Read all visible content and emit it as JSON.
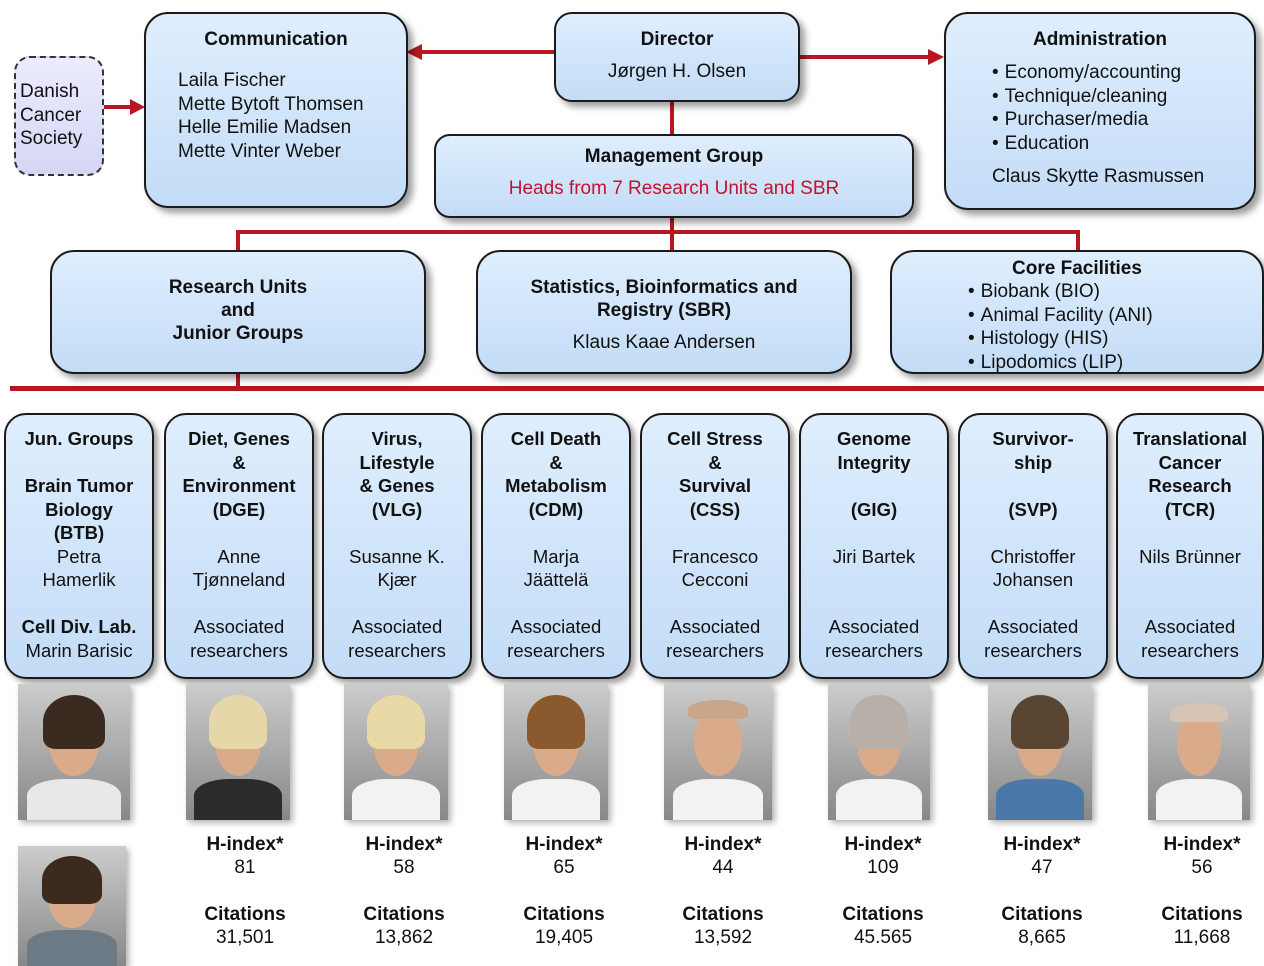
{
  "communication": {
    "title": "Communication",
    "members": [
      "Laila Fischer",
      "Mette Bytoft Thomsen",
      "Helle Emilie Madsen",
      "Mette Vinter Weber"
    ]
  },
  "danish": {
    "lines": [
      "Danish",
      "Cancer",
      "Society"
    ]
  },
  "director": {
    "title": "Director",
    "name": "Jørgen H. Olsen"
  },
  "admin": {
    "title": "Administration",
    "items": [
      "Economy/accounting",
      "Technique/cleaning",
      "Purchaser/media",
      "Education"
    ],
    "person": "Claus Skytte Rasmussen"
  },
  "management": {
    "title": "Management Group",
    "subtitle": "Heads from 7 Research Units and SBR"
  },
  "research_units": {
    "lines": [
      "Research Units",
      "and",
      "Junior Groups"
    ]
  },
  "sbr": {
    "lines": [
      "Statistics, Bioinformatics and",
      "Registry (SBR)"
    ],
    "person": "Klaus Kaae Andersen"
  },
  "core": {
    "title": "Core Facilities",
    "items": [
      "Biobank (BIO)",
      "Animal Facility (ANI)",
      "Histology (HIS)",
      "Lipodomics (LIP)"
    ]
  },
  "units": [
    {
      "lines": [
        {
          "t": "Jun. Groups",
          "b": true
        },
        {
          "t": "",
          "b": false
        },
        {
          "t": "Brain Tumor",
          "b": true
        },
        {
          "t": "Biology",
          "b": true
        },
        {
          "t": "(BTB)",
          "b": true
        },
        {
          "t": "Petra",
          "b": false
        },
        {
          "t": "Hamerlik",
          "b": false
        },
        {
          "t": "",
          "b": false
        },
        {
          "t": "Cell Div. Lab.",
          "b": true
        },
        {
          "t": "Marin Barisic",
          "b": false
        }
      ]
    },
    {
      "lines": [
        {
          "t": "Diet, Genes",
          "b": true
        },
        {
          "t": "&",
          "b": true
        },
        {
          "t": "Environment",
          "b": true
        },
        {
          "t": "(DGE)",
          "b": true
        },
        {
          "t": "",
          "b": false
        },
        {
          "t": "Anne",
          "b": false
        },
        {
          "t": "Tjønneland",
          "b": false
        },
        {
          "t": "",
          "b": false
        },
        {
          "t": "Associated",
          "b": false
        },
        {
          "t": "researchers",
          "b": false
        }
      ],
      "h": "81",
      "c": "31,501"
    },
    {
      "lines": [
        {
          "t": "Virus,",
          "b": true
        },
        {
          "t": "Lifestyle",
          "b": true
        },
        {
          "t": "& Genes",
          "b": true
        },
        {
          "t": "(VLG)",
          "b": true
        },
        {
          "t": "",
          "b": false
        },
        {
          "t": "Susanne K.",
          "b": false
        },
        {
          "t": "Kjær",
          "b": false
        },
        {
          "t": "",
          "b": false
        },
        {
          "t": "Associated",
          "b": false
        },
        {
          "t": "researchers",
          "b": false
        }
      ],
      "h": "58",
      "c": "13,862"
    },
    {
      "lines": [
        {
          "t": "Cell Death",
          "b": true
        },
        {
          "t": "&",
          "b": true
        },
        {
          "t": "Metabolism",
          "b": true
        },
        {
          "t": "(CDM)",
          "b": true
        },
        {
          "t": "",
          "b": false
        },
        {
          "t": "Marja",
          "b": false
        },
        {
          "t": "Jäättelä",
          "b": false
        },
        {
          "t": "",
          "b": false
        },
        {
          "t": "Associated",
          "b": false
        },
        {
          "t": "researchers",
          "b": false
        }
      ],
      "h": "65",
      "c": "19,405"
    },
    {
      "lines": [
        {
          "t": "Cell Stress",
          "b": true
        },
        {
          "t": "&",
          "b": true
        },
        {
          "t": "Survival",
          "b": true
        },
        {
          "t": "(CSS)",
          "b": true
        },
        {
          "t": "",
          "b": false
        },
        {
          "t": "Francesco",
          "b": false
        },
        {
          "t": "Cecconi",
          "b": false
        },
        {
          "t": "",
          "b": false
        },
        {
          "t": "Associated",
          "b": false
        },
        {
          "t": "researchers",
          "b": false
        }
      ],
      "h": "44",
      "c": "13,592"
    },
    {
      "lines": [
        {
          "t": "Genome",
          "b": true
        },
        {
          "t": "Integrity",
          "b": true
        },
        {
          "t": "",
          "b": false
        },
        {
          "t": "(GIG)",
          "b": true
        },
        {
          "t": "",
          "b": false
        },
        {
          "t": "Jiri Bartek",
          "b": false
        },
        {
          "t": "",
          "b": false
        },
        {
          "t": "",
          "b": false
        },
        {
          "t": "Associated",
          "b": false
        },
        {
          "t": "researchers",
          "b": false
        }
      ],
      "h": "109",
      "c": "45.565"
    },
    {
      "lines": [
        {
          "t": "Survivor-",
          "b": true
        },
        {
          "t": "ship",
          "b": true
        },
        {
          "t": "",
          "b": false
        },
        {
          "t": "(SVP)",
          "b": true
        },
        {
          "t": "",
          "b": false
        },
        {
          "t": "Christoffer",
          "b": false
        },
        {
          "t": "Johansen",
          "b": false
        },
        {
          "t": "",
          "b": false
        },
        {
          "t": "Associated",
          "b": false
        },
        {
          "t": "researchers",
          "b": false
        }
      ],
      "h": "47",
      "c": "8,665"
    },
    {
      "lines": [
        {
          "t": "Translational",
          "b": true
        },
        {
          "t": "Cancer",
          "b": true
        },
        {
          "t": "Research",
          "b": true
        },
        {
          "t": "(TCR)",
          "b": true
        },
        {
          "t": "",
          "b": false
        },
        {
          "t": "Nils Brünner",
          "b": false
        },
        {
          "t": "",
          "b": false
        },
        {
          "t": "",
          "b": false
        },
        {
          "t": "Associated",
          "b": false
        },
        {
          "t": "researchers",
          "b": false
        }
      ],
      "h": "56",
      "c": "11,668"
    }
  ],
  "labels": {
    "hindex": "H-index*",
    "citations": "Citations"
  },
  "colors": {
    "line": "#b81620",
    "box": "#c3dcf6",
    "red_text": "#c8102e"
  }
}
